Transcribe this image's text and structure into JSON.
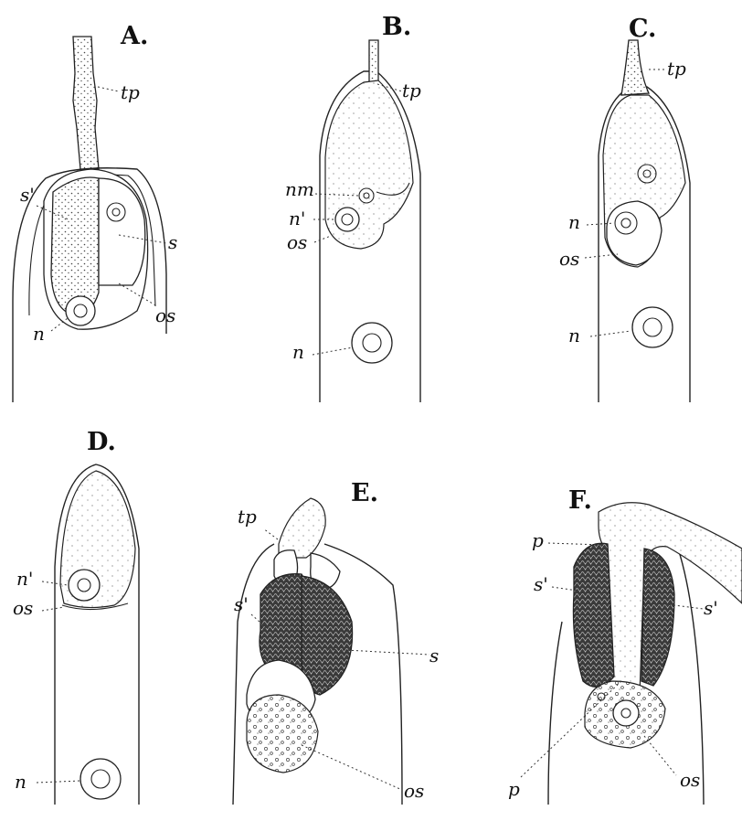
{
  "panels": {
    "A": {
      "letter": "A.",
      "labels": {
        "tp": "tp",
        "s_prime": "s'",
        "s": "s",
        "os": "os",
        "n": "n"
      }
    },
    "B": {
      "letter": "B.",
      "labels": {
        "tp": "tp",
        "nm": "nm",
        "n_prime": "n'",
        "os": "os",
        "n": "n"
      }
    },
    "C": {
      "letter": "C.",
      "labels": {
        "tp": "tp",
        "n_inner": "n",
        "os": "os",
        "n": "n"
      }
    },
    "D": {
      "letter": "D.",
      "labels": {
        "n_prime": "n'",
        "os": "os",
        "n": "n"
      }
    },
    "E": {
      "letter": "E.",
      "labels": {
        "tp": "tp",
        "s_prime": "s'",
        "s": "s",
        "os": "os"
      }
    },
    "F": {
      "letter": "F.",
      "labels": {
        "p_top": "p",
        "s_prime_left": "s'",
        "s_prime_right": "s'",
        "p_bottom": "p",
        "os": "os"
      }
    }
  }
}
